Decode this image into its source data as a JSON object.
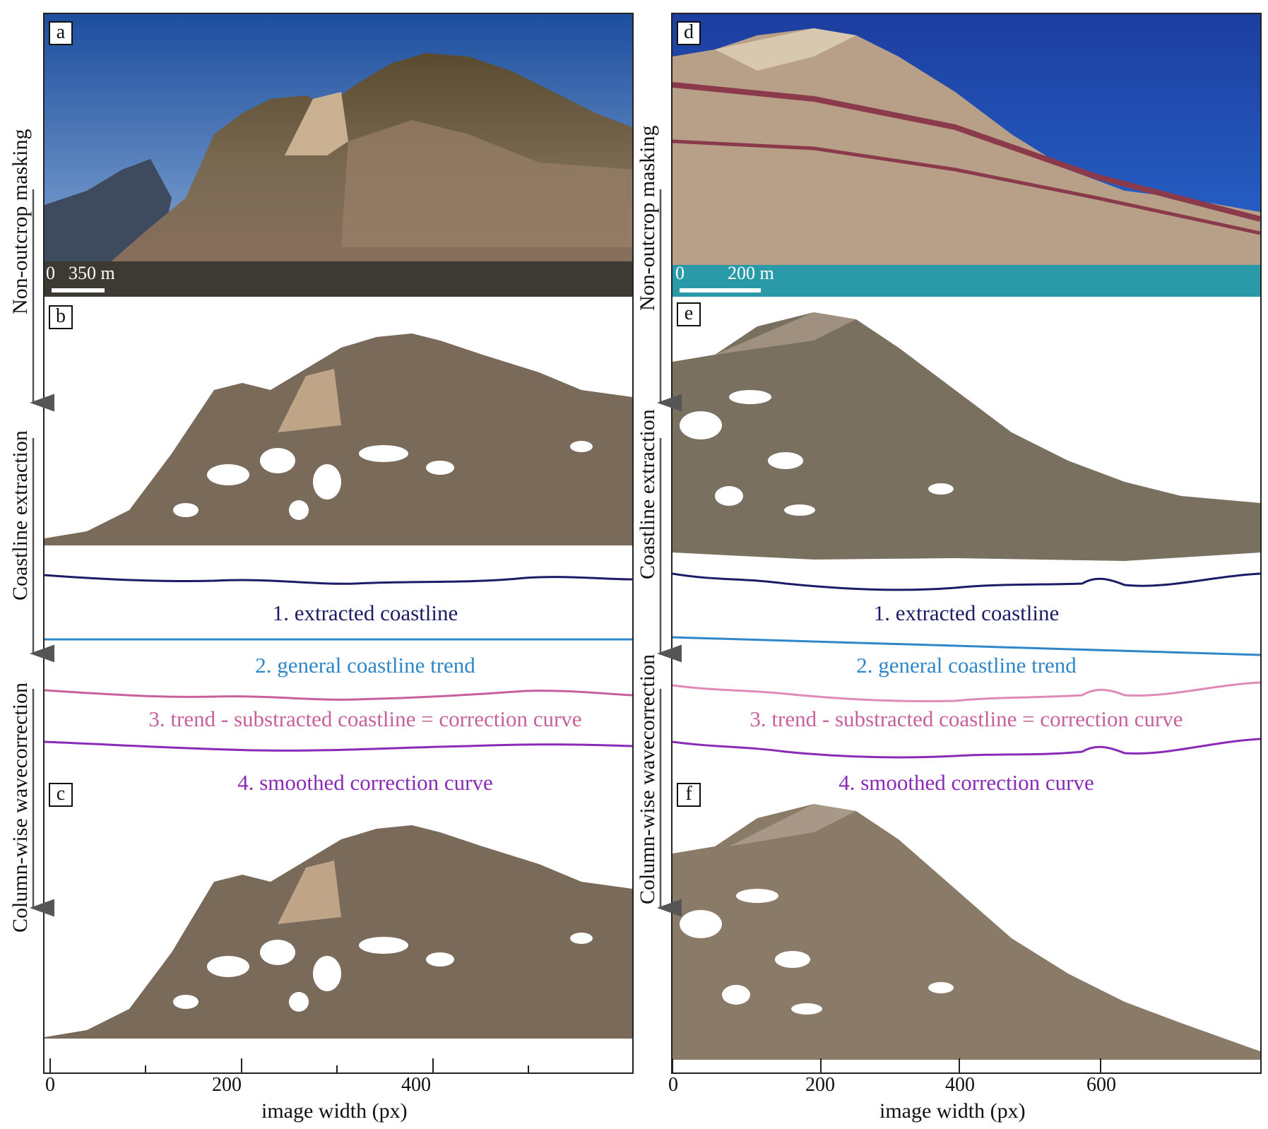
{
  "panels": {
    "a": "a",
    "b": "b",
    "c": "c",
    "d": "d",
    "e": "e",
    "f": "f"
  },
  "scalebars": {
    "left": {
      "zero": "0",
      "dist": "350 m"
    },
    "right": {
      "zero": "0",
      "dist": "200 m"
    }
  },
  "side_labels": {
    "masking": "Non-outcrop masking",
    "coastline": "Coastline extraction",
    "wavecorrection": "Column-wise wavecorrection"
  },
  "curves": {
    "c1": "1. extracted coastline",
    "c2": "2. general coastline trend",
    "c3": "3. trend - substracted coastline = correction curve",
    "c4": "4. smoothed correction curve"
  },
  "colors": {
    "c1": "#1c1c66",
    "c2": "#2f86c8",
    "c3": "#c8609c",
    "c4": "#8a2ab8",
    "sky": "#1f4f9a",
    "water_left": "#3d3a33",
    "water_right": "#2a9aa8"
  },
  "left_axis": {
    "ticks": [
      "0",
      "200",
      "400"
    ],
    "label": "image width (px)"
  },
  "right_axis": {
    "ticks": [
      "0",
      "200",
      "400",
      "600"
    ],
    "label": "image width (px)"
  }
}
